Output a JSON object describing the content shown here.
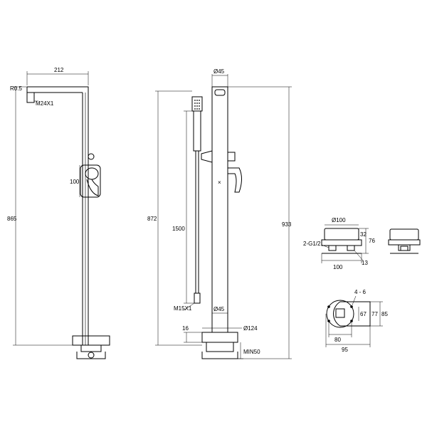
{
  "side_view": {
    "dim_spout_reach": "212",
    "dim_radius": "R0.5",
    "dim_thread": "M24X1",
    "dim_handle": "100",
    "dim_height": "865"
  },
  "front_view": {
    "dim_pipe_dia_top": "Ø45",
    "dim_height_872": "872",
    "dim_hose": "1500",
    "dim_hose_thread": "M15X1",
    "dim_pipe_dia_bottom": "Ø45",
    "dim_base_dia": "Ø124",
    "dim_base_height": "16",
    "dim_min": "MIN50",
    "dim_total_height": "933"
  },
  "detail_valve": {
    "dim_dia": "Ø100",
    "dim_inlet": "2-G1/2",
    "dim_32": "32",
    "dim_76": "76",
    "dim_width": "100",
    "dim_13": "13"
  },
  "detail_plate": {
    "dim_holes": "4 - 6",
    "dim_67": "67",
    "dim_77": "77",
    "dim_85": "85",
    "dim_80": "80",
    "dim_95": "95"
  }
}
